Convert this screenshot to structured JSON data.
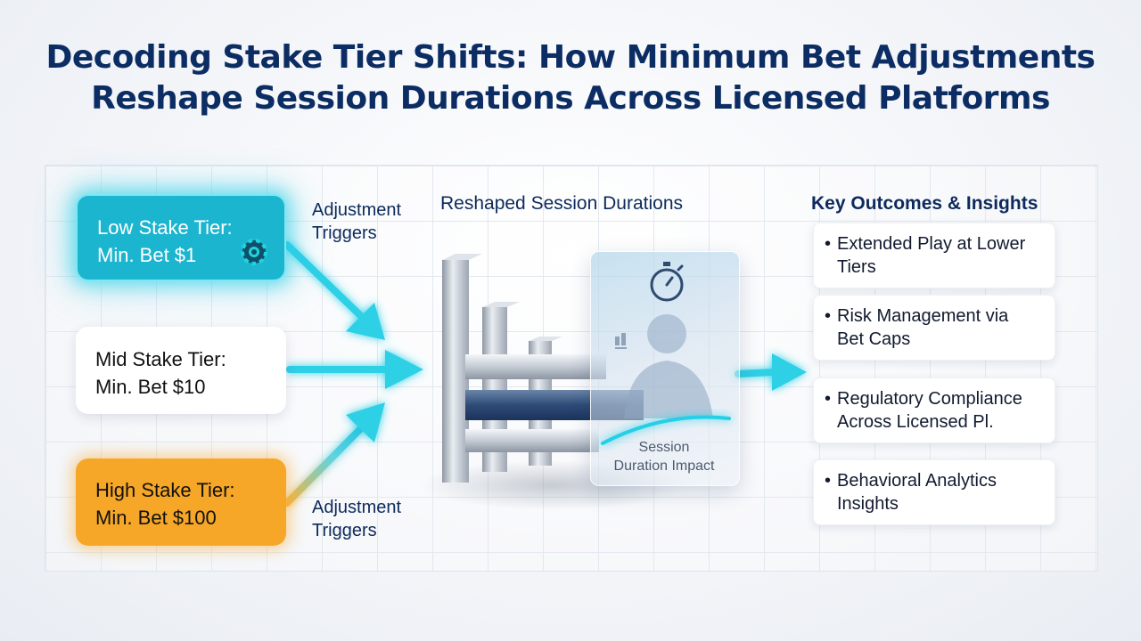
{
  "title": {
    "line1": "Decoding Stake Tier Shifts: How Minimum Bet Adjustments",
    "line2": "Reshape Session Durations Across Licensed Platforms"
  },
  "tiers": [
    {
      "name": "Low Stake Tier:",
      "min_bet": "Min. Bet $1",
      "color": "#1cb5cf",
      "icon": "casino-chip-icon"
    },
    {
      "name": "Mid Stake Tier:",
      "min_bet": "Min. Bet $10",
      "color": "#ffffff"
    },
    {
      "name": "High Stake Tier:",
      "min_bet": "Min. Bet $100",
      "color": "#f7a727"
    }
  ],
  "triggers": {
    "top": {
      "line1": "Adjustment",
      "line2": "Triggers"
    },
    "bottom": {
      "line1": "Adjustment",
      "line2": "Triggers"
    }
  },
  "center": {
    "heading": "Reshaped Session Durations",
    "panel_caption_line1": "Session",
    "panel_caption_line2": "Duration Impact",
    "icons": [
      "stopwatch-icon",
      "user-silhouette-icon",
      "bar-chart-icon"
    ]
  },
  "outcomes": {
    "heading": "Key Outcomes & Insights",
    "bullet": "•",
    "items": [
      {
        "line1": "Extended Play at Lower",
        "line2": "Tiers"
      },
      {
        "line1": "Risk Management via",
        "line2": "Bet Caps"
      },
      {
        "line1": "Regulatory Compliance",
        "line2": "Across Licensed Pl."
      },
      {
        "line1": "Behavioral Analytics",
        "line2": "Insights"
      }
    ]
  },
  "colors": {
    "title": "#0c2d63",
    "arrow": "#22c3de",
    "accent_teal": "#1cb5cf",
    "accent_orange": "#f7a727"
  }
}
